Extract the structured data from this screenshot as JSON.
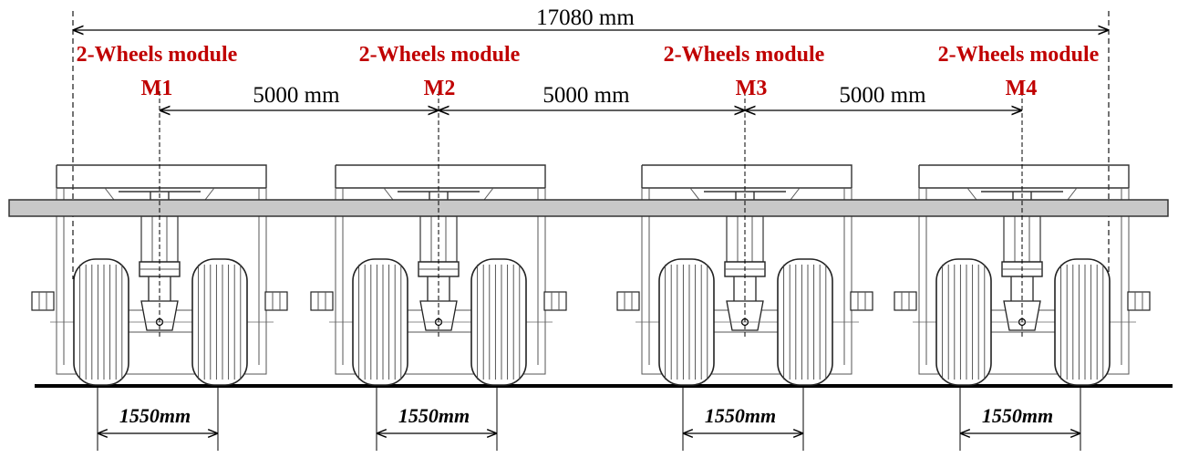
{
  "overall_length": "17080 mm",
  "label_color": "#c00000",
  "modules": [
    {
      "name": "2-Wheels module",
      "id": "M1",
      "wheelbase": "1550mm"
    },
    {
      "name": "2-Wheels module",
      "id": "M2",
      "wheelbase": "1550mm"
    },
    {
      "name": "2-Wheels module",
      "id": "M3",
      "wheelbase": "1550mm"
    },
    {
      "name": "2-Wheels module",
      "id": "M4",
      "wheelbase": "1550mm"
    }
  ],
  "spacings": [
    "5000 mm",
    "5000 mm",
    "5000 mm"
  ]
}
